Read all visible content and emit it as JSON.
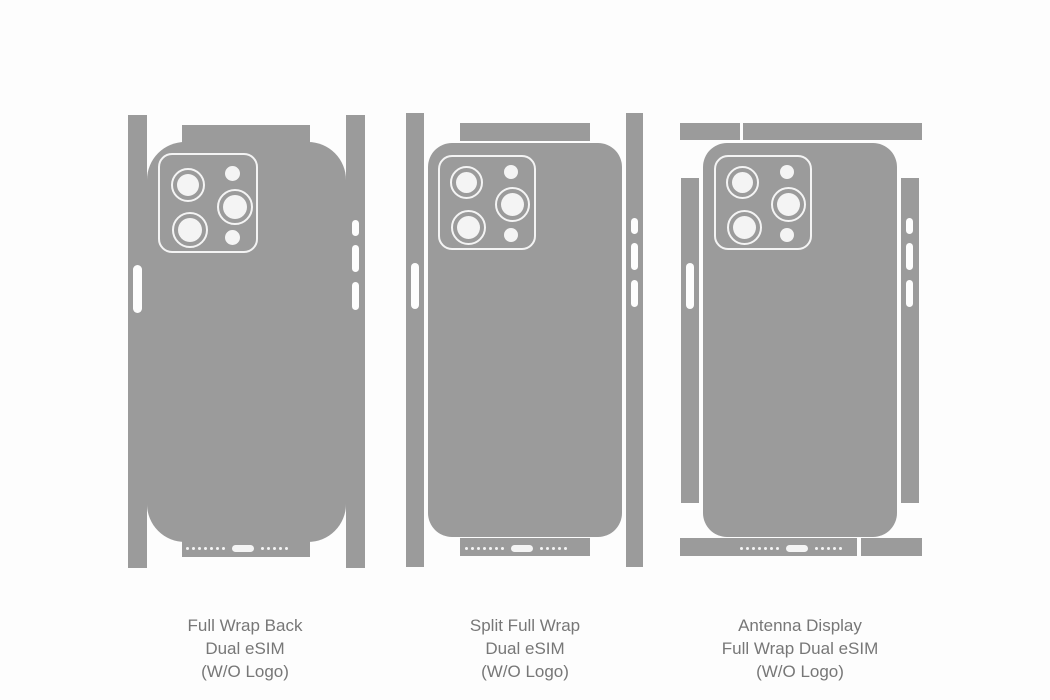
{
  "templates": [
    {
      "lines": [
        "Full Wrap Back",
        "Dual eSIM",
        "(W/O Logo)"
      ]
    },
    {
      "lines": [
        "Split Full Wrap",
        "Dual eSIM",
        "(W/O Logo)"
      ]
    },
    {
      "lines": [
        "Antenna Display",
        "Full Wrap Dual eSIM",
        "(W/O Logo)"
      ]
    }
  ],
  "colors": {
    "skin": "#9b9b9b",
    "background": "#fdfdfd",
    "label": "#777777"
  }
}
